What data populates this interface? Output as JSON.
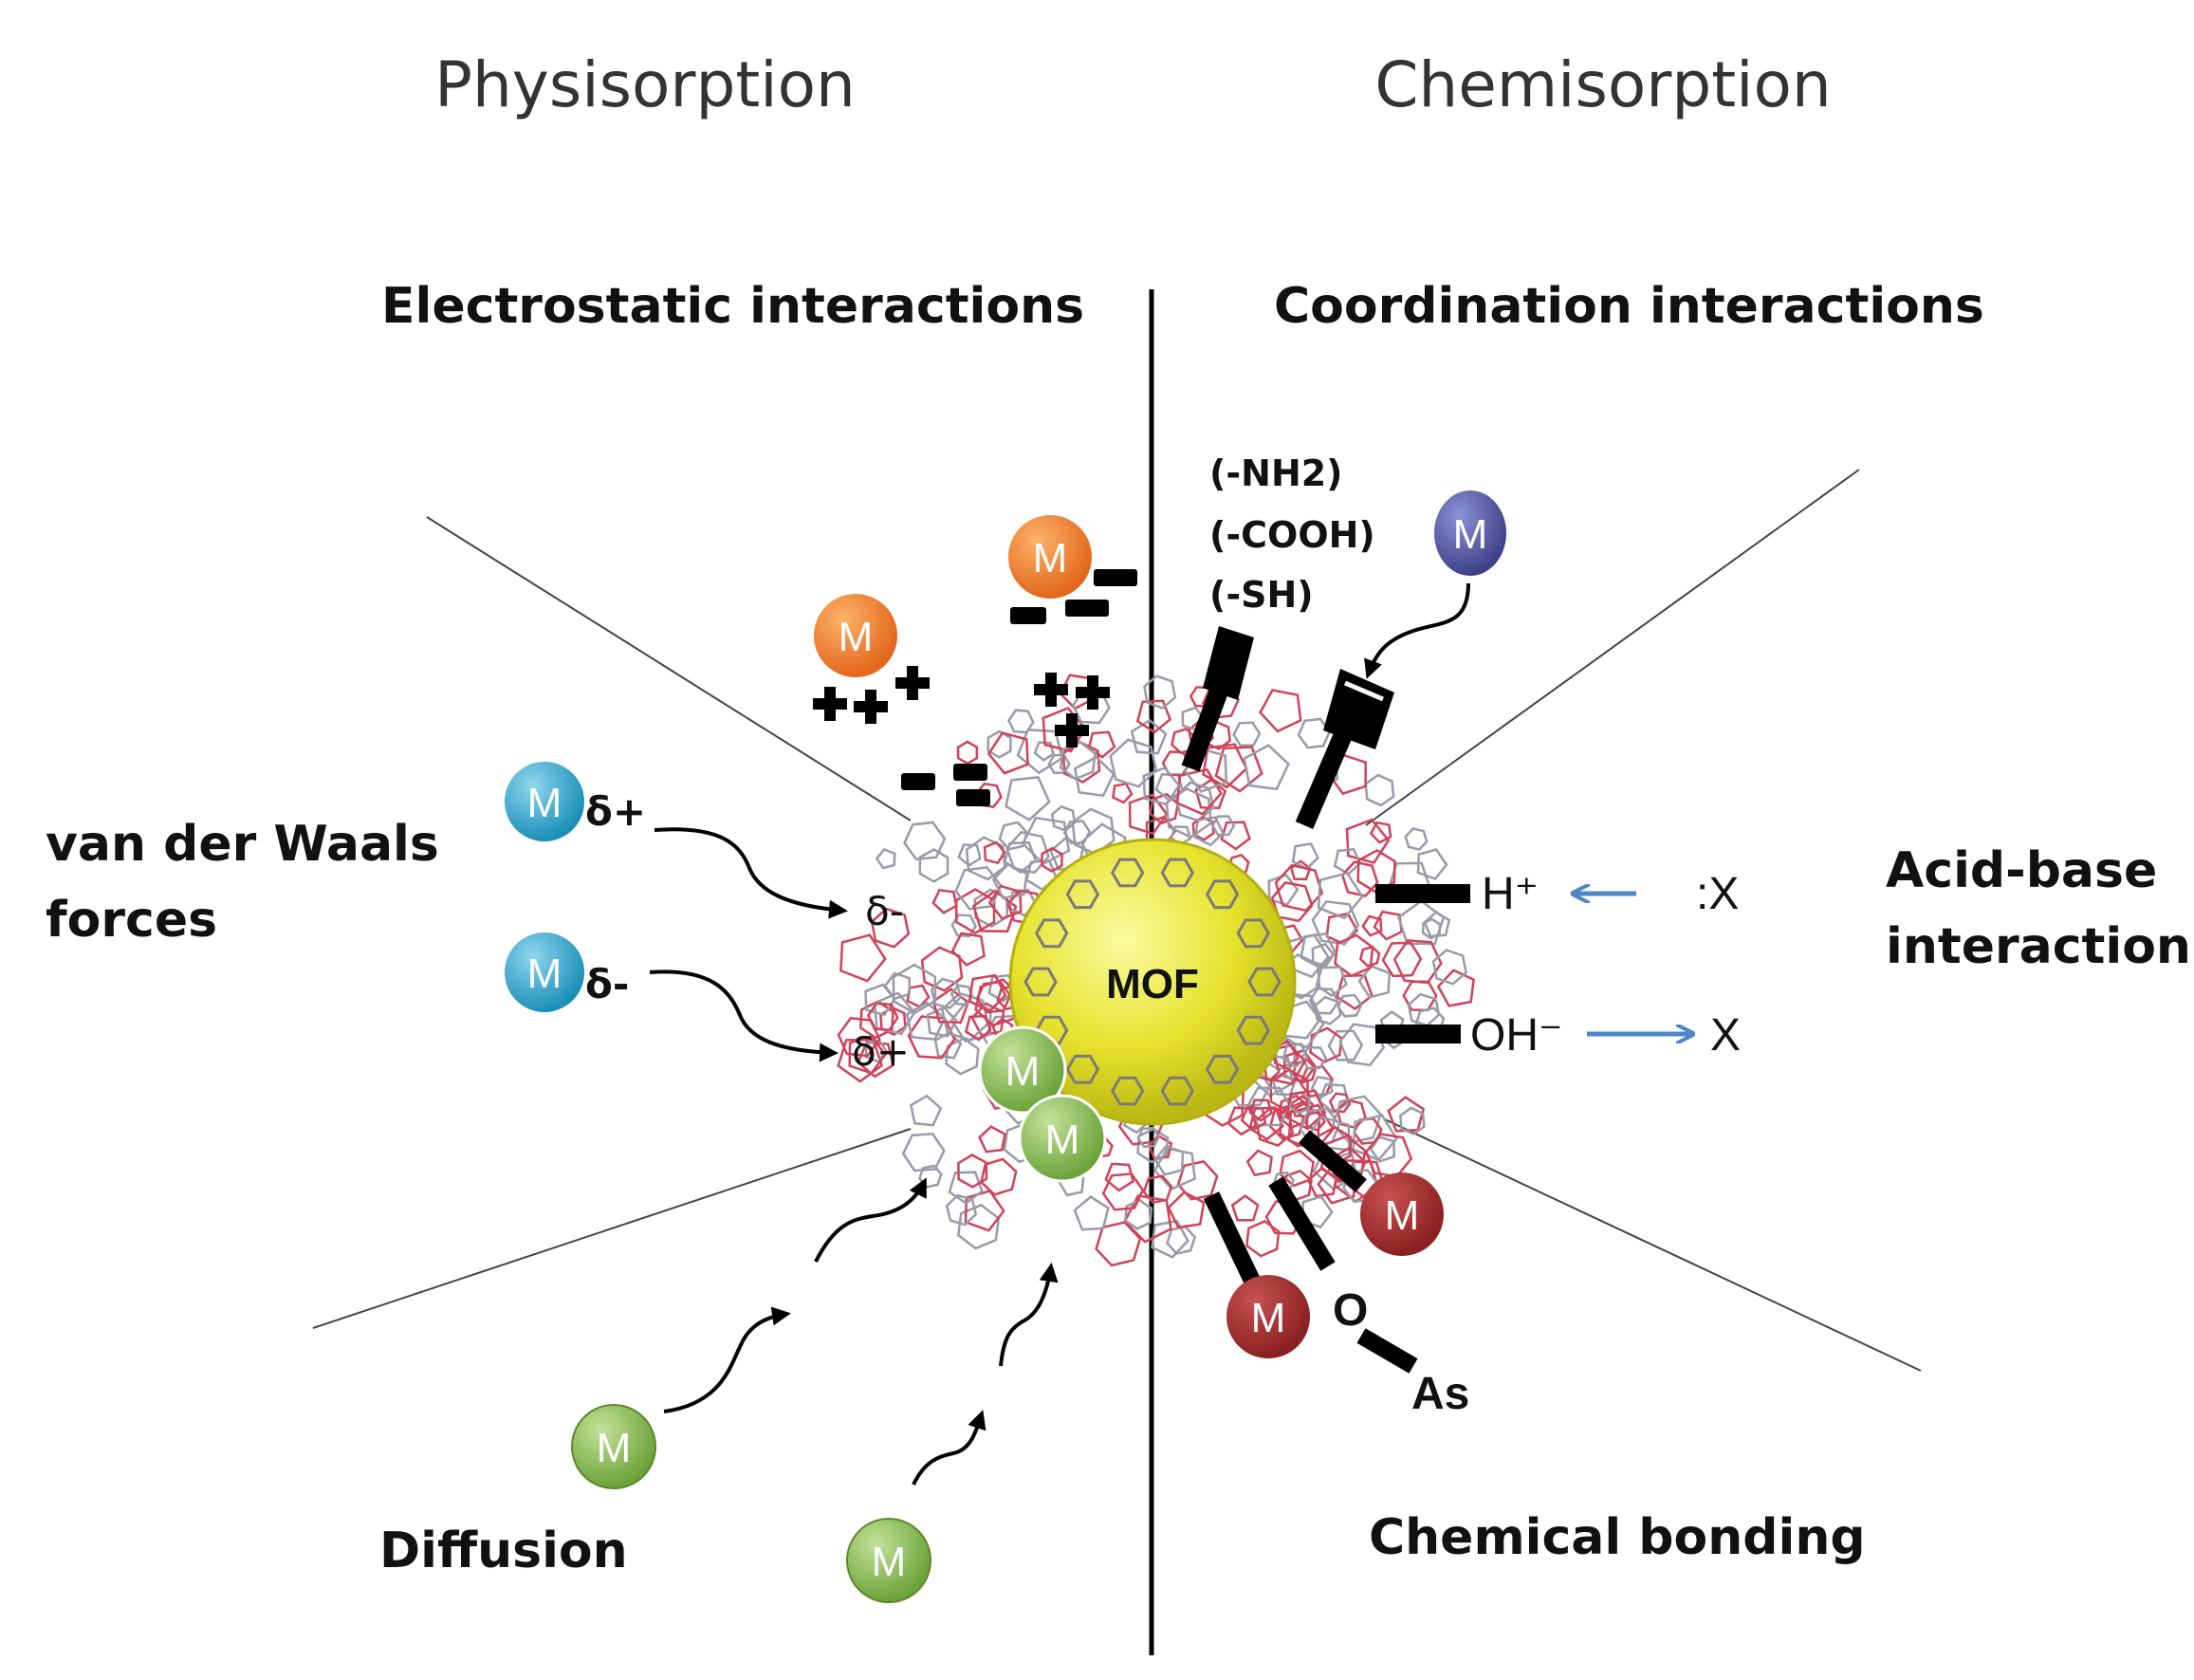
{
  "titles": {
    "left": "Physisorption",
    "right": "Chemisorption"
  },
  "sections": {
    "electrostatic": "Electrostatic interactions",
    "coordination": "Coordination interactions",
    "vdw_line1": "van der Waals",
    "vdw_line2": "forces",
    "acid_line1": "Acid-base",
    "acid_line2": "interaction",
    "diffusion": "Diffusion",
    "chemical_bonding": "Chemical bonding"
  },
  "core": {
    "label": "MOF"
  },
  "ball_label": "M",
  "functional_groups": [
    "(-NH2)",
    "(-COOH)",
    "(-SH)"
  ],
  "vdw": {
    "m1_charge": "δ+",
    "mof1_charge": "δ-",
    "m2_charge": "δ-",
    "mof2_charge": "δ+"
  },
  "acid_base": {
    "h_plus": "H⁺",
    "x_lone": ":X",
    "oh_minus": "OH⁻",
    "x_product": "X"
  },
  "bonding": {
    "oxygen": "O",
    "arsenic": "As"
  },
  "colors": {
    "orange_ball": "#e8761c",
    "blue_ball": "#2aa3c9",
    "green_ball": "#7fb24a",
    "red_ball": "#9e2a2a",
    "purple_ball": "#4a4f9a",
    "mof_core": "#e4e02c",
    "framework_red": "#d0435a",
    "framework_grey": "#9a9aa8",
    "arrow_blue": "#4f86c6"
  }
}
